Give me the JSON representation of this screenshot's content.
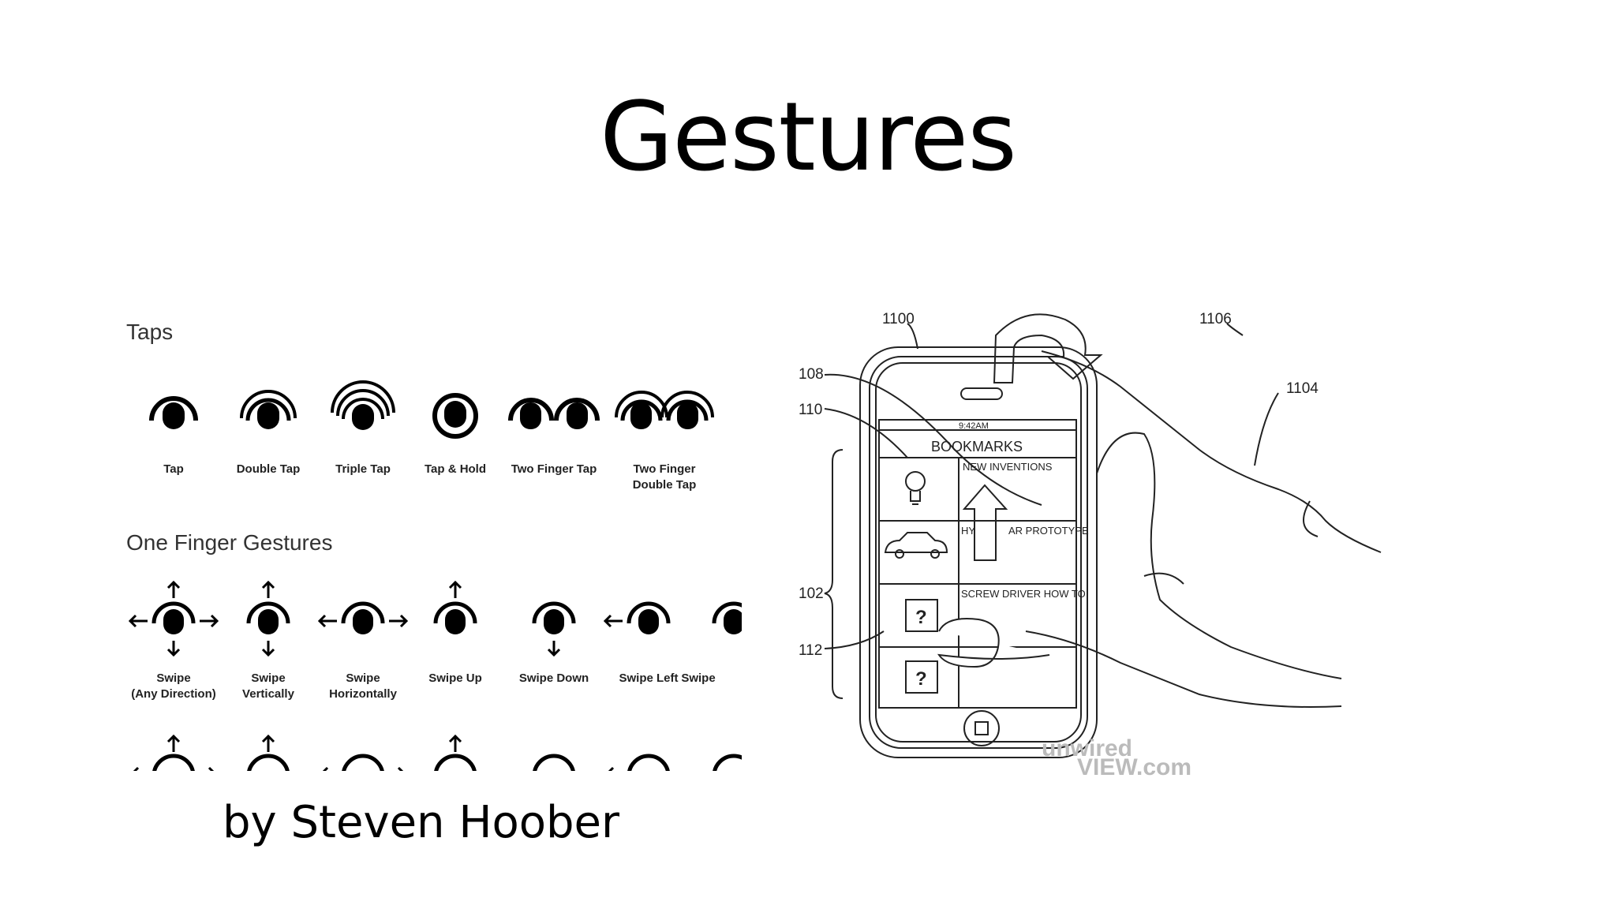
{
  "slide": {
    "title": "Gestures",
    "byline": "by Steven Hoober"
  },
  "gesture_sheet": {
    "taps_heading": "Taps",
    "taps": [
      {
        "label_1": "Tap",
        "label_2": "",
        "icon": "tap-icon"
      },
      {
        "label_1": "Double Tap",
        "label_2": "",
        "icon": "double-tap-icon"
      },
      {
        "label_1": "Triple Tap",
        "label_2": "",
        "icon": "triple-tap-icon"
      },
      {
        "label_1": "Tap & Hold",
        "label_2": "",
        "icon": "tap-hold-icon"
      },
      {
        "label_1": "Two Finger Tap",
        "label_2": "",
        "icon": "two-finger-tap-icon"
      },
      {
        "label_1": "Two Finger",
        "label_2": "Double Tap",
        "icon": "two-finger-double-tap-icon"
      }
    ],
    "one_finger_heading": "One Finger Gestures",
    "one_finger": [
      {
        "label_1": "Swipe",
        "label_2": "(Any Direction)",
        "icon": "swipe-any-icon"
      },
      {
        "label_1": "Swipe",
        "label_2": "Vertically",
        "icon": "swipe-vertical-icon"
      },
      {
        "label_1": "Swipe",
        "label_2": "Horizontally",
        "icon": "swipe-horizontal-icon"
      },
      {
        "label_1": "Swipe Up",
        "label_2": "",
        "icon": "swipe-up-icon"
      },
      {
        "label_1": "Swipe Down",
        "label_2": "",
        "icon": "swipe-down-icon"
      },
      {
        "label_1": "Swipe Left",
        "label_2": "",
        "icon": "swipe-left-icon"
      },
      {
        "label_1": "Swipe",
        "label_2": "",
        "icon": "swipe-right-icon"
      }
    ]
  },
  "patent_drawing": {
    "ref_1100": "1100",
    "ref_1106": "1106",
    "ref_108": "108",
    "ref_110": "110",
    "ref_1104": "1104",
    "ref_102": "102",
    "ref_112": "112",
    "status_time": "9:42AM",
    "screen_title": "BOOKMARKS",
    "row_1": "NEW INVENTIONS",
    "row_2_left": "HY",
    "row_2_right": "AR PROTOTYPE",
    "row_3": "SCREW DRIVER HOW TO",
    "question_mark": "?",
    "watermark_1": "unwired",
    "watermark_2": "VIEW.com"
  }
}
